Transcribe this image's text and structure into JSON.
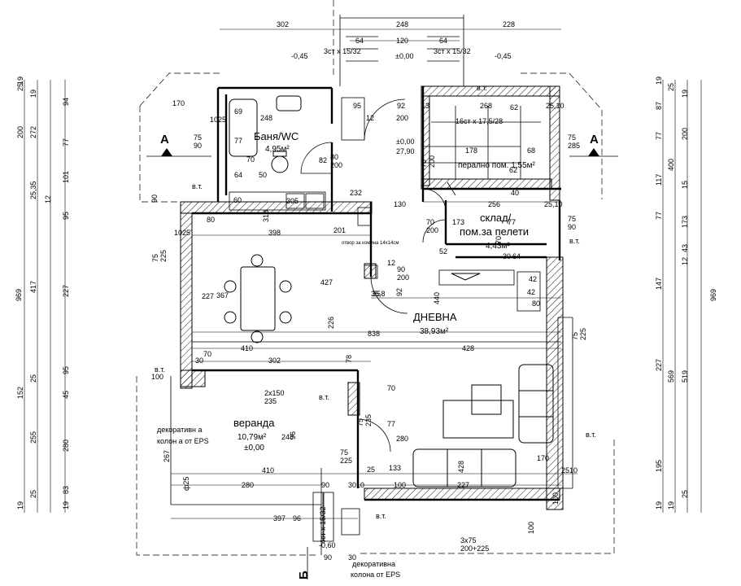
{
  "rooms": {
    "bath_name": "Баня/WC",
    "bath_area": "4,95м²",
    "closet_name": "перално\nпом. 1,55м²",
    "storage_name_1": "склад/",
    "storage_name_2": "пом.за пелети",
    "storage_area": "4,43м²",
    "living_name": "ДНЕВНА",
    "living_area": "38,93м²",
    "veranda_name": "веранда",
    "veranda_area": "10,79м²",
    "veranda_level": "±0,00"
  },
  "notes": {
    "deco_column_left": "декоративн а",
    "deco_column_left_2": "колон а от EPS",
    "deco_column_bottom": "декоративна",
    "deco_column_bottom_2": "колона от EPS",
    "flue": "отвор за комина 14x14см",
    "stairs_top_left": "3ст x 15/32",
    "stairs_top_right": "3ст x 15/32",
    "stairs_inner": "16ст x 17,5/28",
    "stairs_bottom": "4ст x 15/32"
  },
  "levels": {
    "top_left": "-0,45",
    "top_mid": "±0,00",
    "top_right": "-0,45",
    "entrance": "±0,00",
    "entrance_2": "27,90",
    "bottom": "-0,60"
  },
  "sections": {
    "a_left": "A",
    "a_right": "A",
    "b_bottom": "Б"
  },
  "dims_top": [
    "302",
    "248",
    "228",
    "64",
    "120",
    "64"
  ],
  "dims_left_outer": "969",
  "dims_right_outer": "969",
  "dims_left": [
    "19",
    "25",
    "19",
    "94",
    "200",
    "272",
    "77",
    "101",
    "25,35",
    "12",
    "95",
    "417",
    "227",
    "95",
    "25",
    "45",
    "152",
    "255",
    "280",
    "83",
    "25",
    "19",
    "19"
  ],
  "dims_right": [
    "19",
    "25",
    "19",
    "87",
    "77",
    "200",
    "117",
    "400",
    "15",
    "77",
    "173",
    "43",
    "12",
    "147",
    "569",
    "519",
    "227",
    "195",
    "25",
    "19",
    "19"
  ],
  "dims_inner": [
    "170",
    "248",
    "1025",
    "69",
    "75\n90",
    "77",
    "70",
    "64",
    "50",
    "82",
    "80\n200",
    "95",
    "92",
    "13",
    "268",
    "62",
    "25,10",
    "200",
    "12",
    "75\n285",
    "178",
    "68",
    "70\n200",
    "62",
    "90",
    "60",
    "305",
    "232",
    "130",
    "256",
    "40",
    "25,10",
    "80",
    "318",
    "70\n200",
    "173",
    "75\n90",
    "1025",
    "398",
    "201",
    "52",
    "77",
    "70",
    "30",
    "64",
    "35",
    "12",
    "75\n225",
    "367",
    "427",
    "90\n200",
    "35,8",
    "92",
    "440",
    "42",
    "42",
    "80",
    "227",
    "226",
    "838",
    "75\n225",
    "410",
    "428",
    "30",
    "70",
    "302",
    "78",
    "100",
    "2x150\n235",
    "75\n235",
    "70",
    "77",
    "280",
    "248",
    "96",
    "267",
    "75\n225",
    "133",
    "170",
    "100",
    "410",
    "428",
    "2510",
    "280",
    "90",
    "3010",
    "100",
    "227",
    "397",
    "96",
    "90",
    "30",
    "3x75\n200+225",
    "100",
    "25",
    "ф25"
  ],
  "tags": [
    "в.т.",
    "в.т.",
    "в.т.",
    "в.т.",
    "в.т.",
    "в.т.",
    "в.т."
  ]
}
